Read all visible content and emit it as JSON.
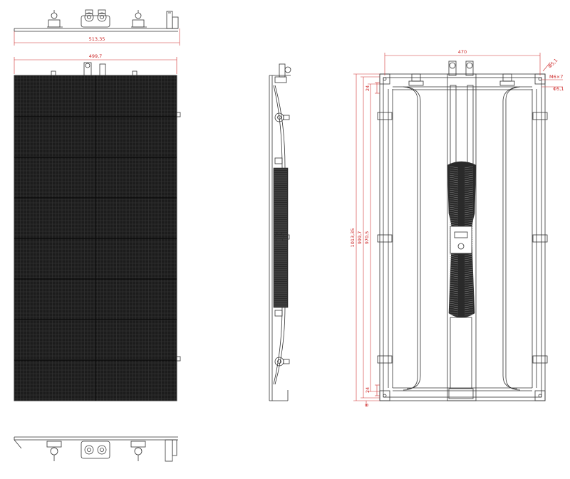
{
  "dimensions": {
    "top_view_width": "513,35",
    "front_width": "499,7",
    "rear_width": "470",
    "hole_spec_1": "Φ5,1",
    "hole_spec_2": "M6×7",
    "hole_spec_3": "Φ5,1",
    "rear_height_total": "1013,35",
    "rear_height_1": "999,7",
    "rear_height_2": "970,5",
    "rear_top_offset": "24",
    "rear_bottom_offset": "24",
    "rear_bottom_small": "8"
  },
  "colors": {
    "dimension": "#d03030",
    "outline": "#333333",
    "panel_dark": "#1c1c1c"
  }
}
